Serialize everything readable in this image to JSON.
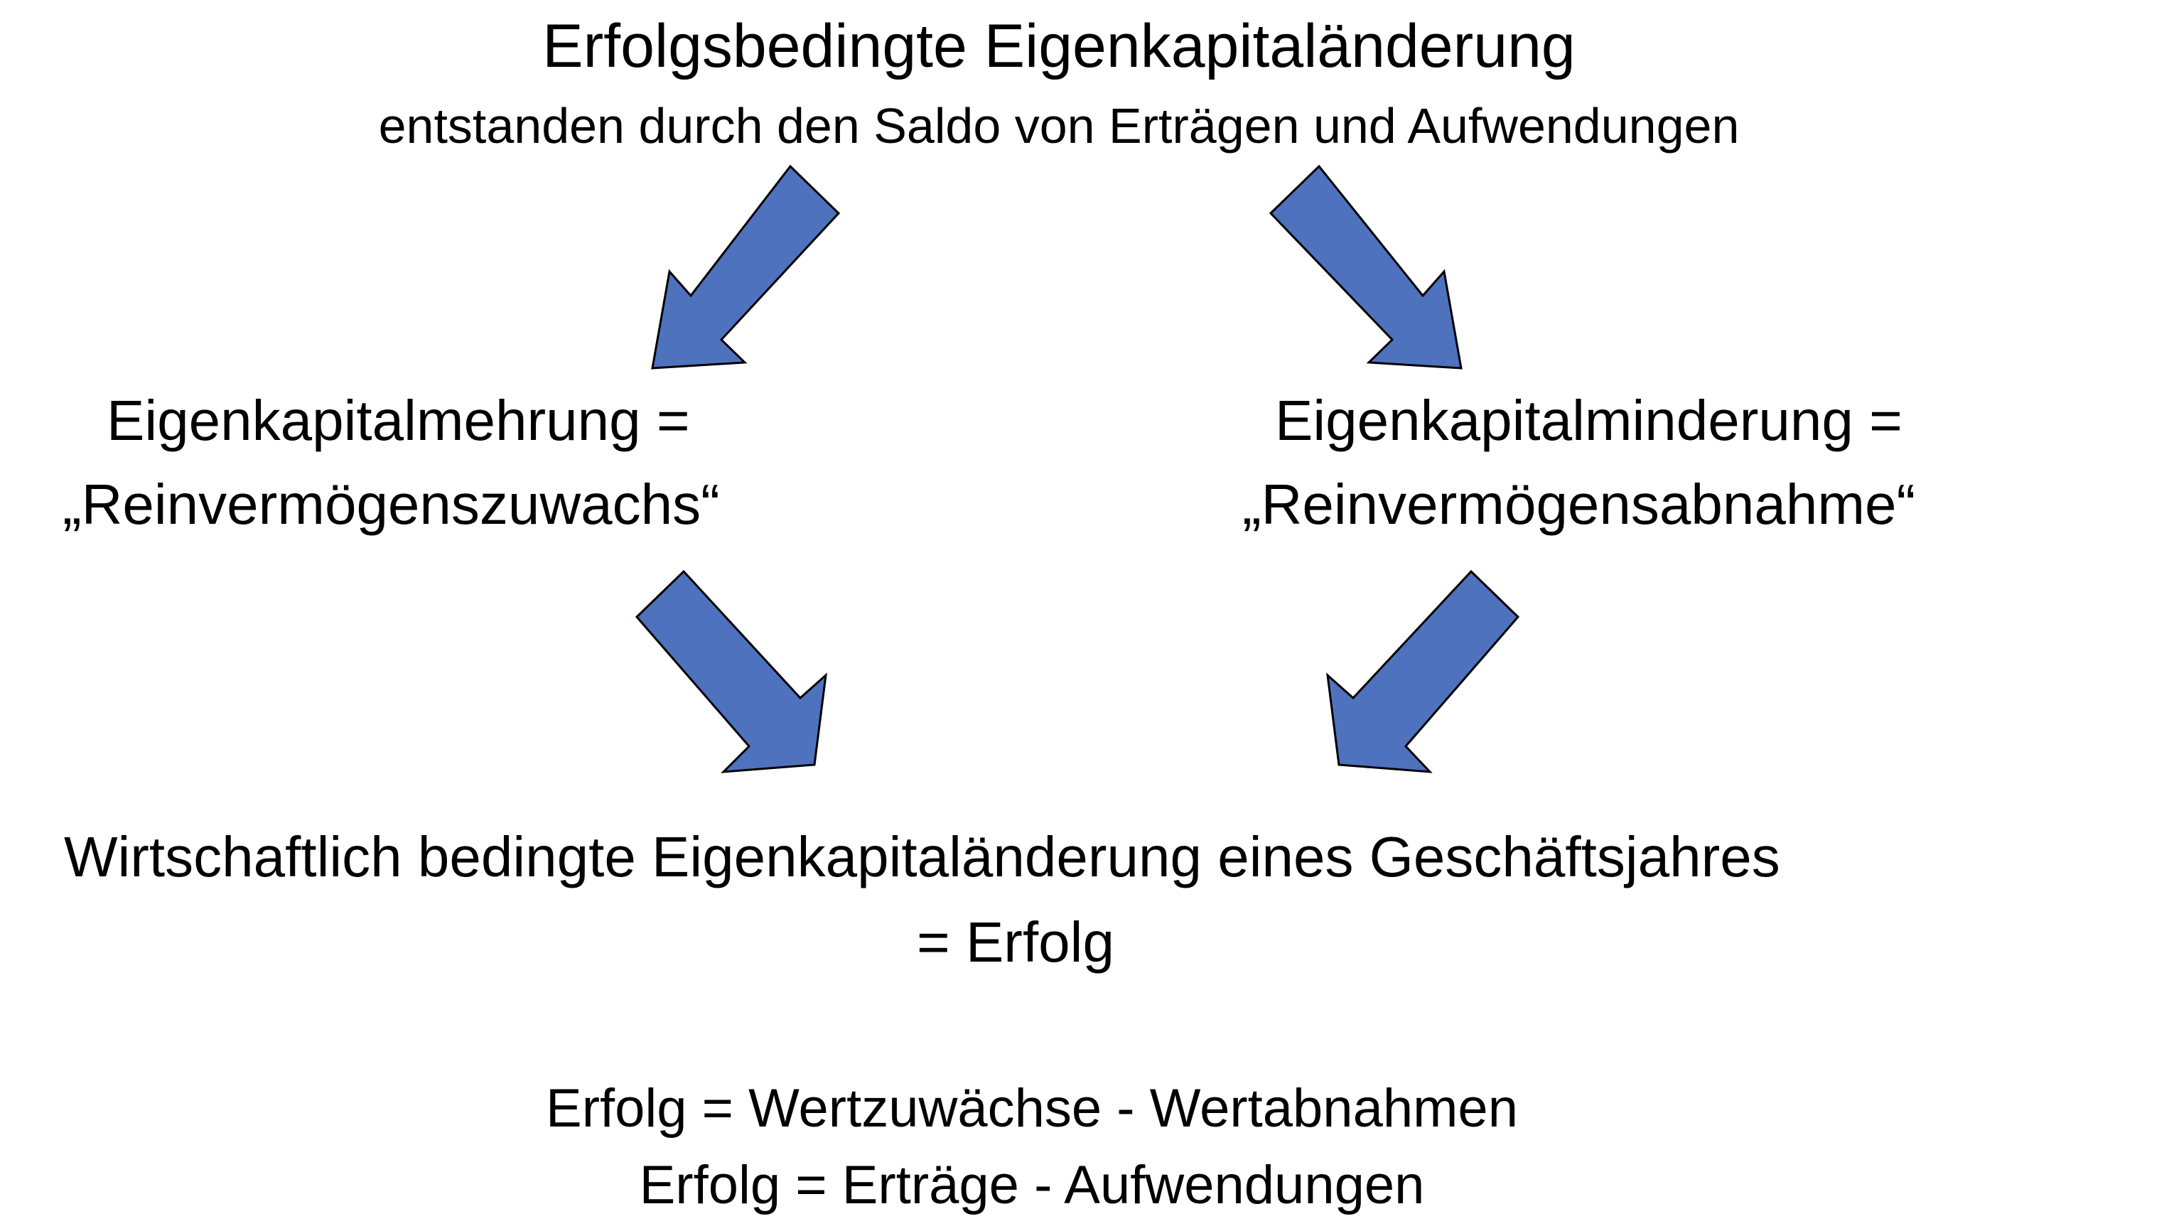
{
  "diagram": {
    "title": "Erfolgsbedingte Eigenkapitaländerung",
    "subtitle": "entstanden durch den Saldo von Erträgen und Aufwendungen",
    "left_node": {
      "line1": "Eigenkapitalmehrung =",
      "line2": "„Reinvermögenszuwachs“"
    },
    "right_node": {
      "line1": "Eigenkapitalminderung =",
      "line2": "„Reinvermögensabnahme“"
    },
    "result": {
      "line1": "Wirtschaftlich bedingte Eigenkapitaländerung eines Geschäftsjahres",
      "line2": "= Erfolg"
    },
    "formulas": [
      "Erfolg = Wertzuwächse - Wertabnahmen",
      "Erfolg = Erträge - Aufwendungen"
    ],
    "arrow_fill": "#4F72BE",
    "arrow_stroke": "#000000",
    "text_color": "#000000"
  }
}
